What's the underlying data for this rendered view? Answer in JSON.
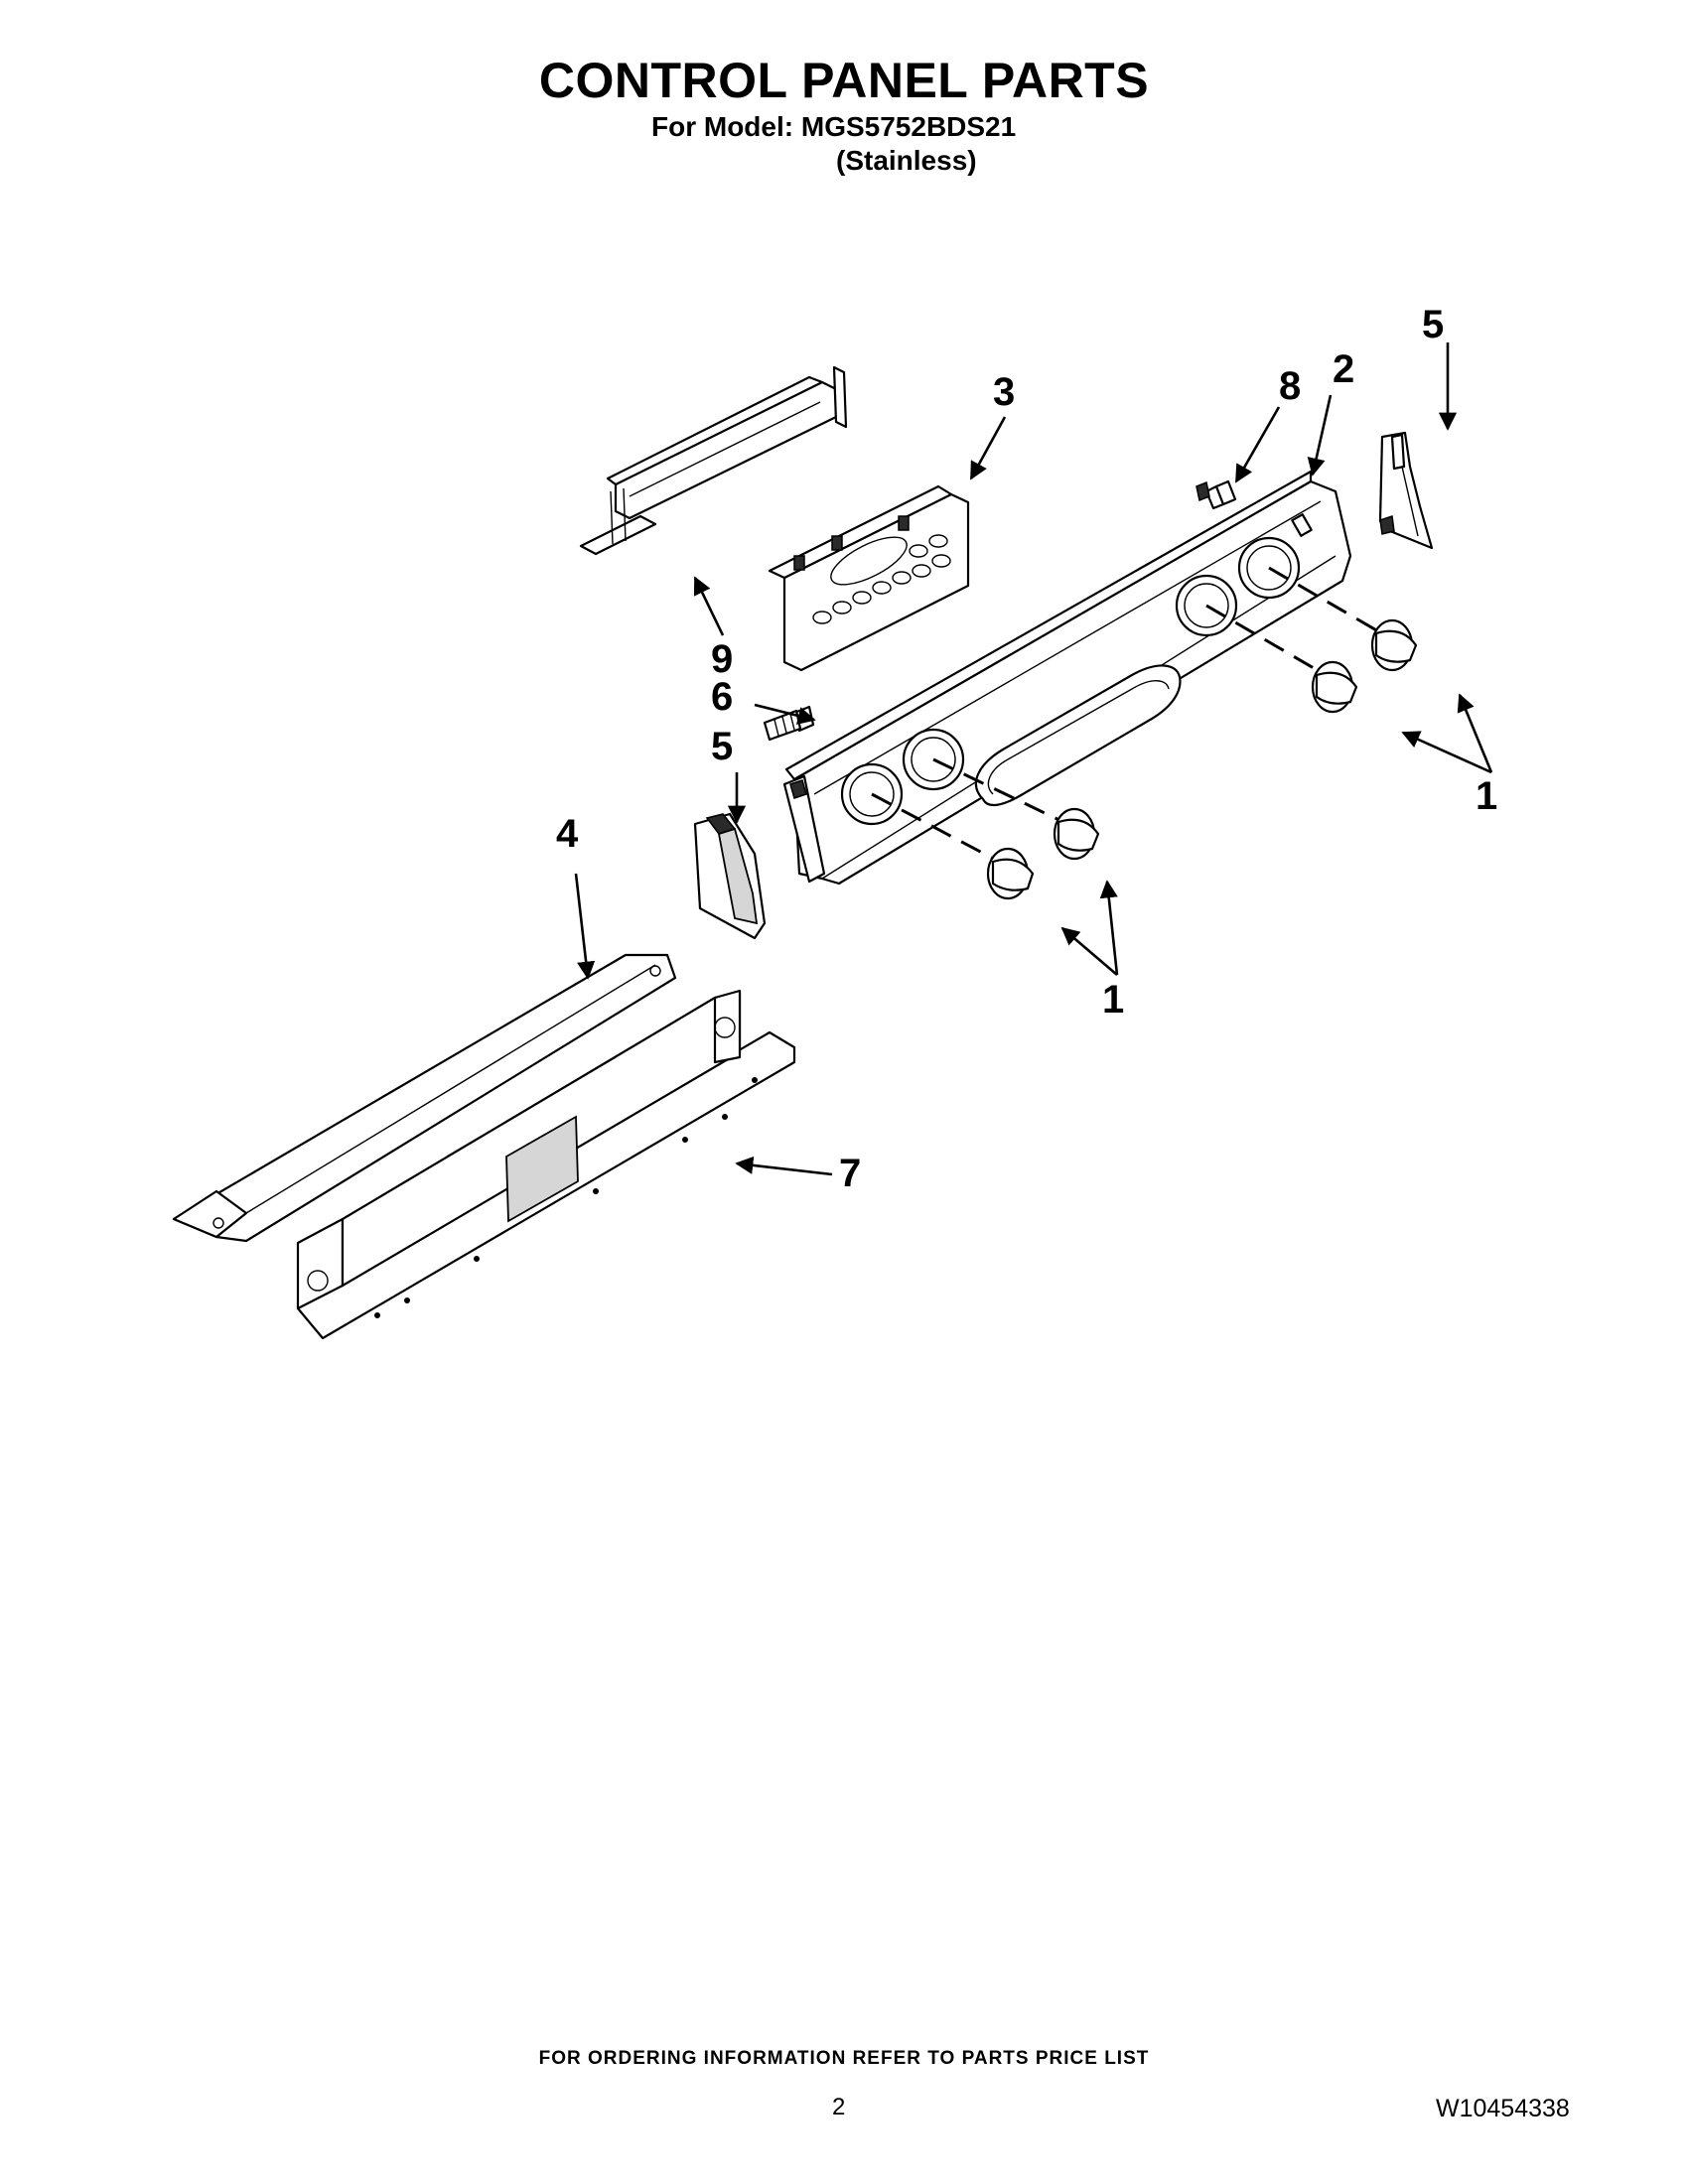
{
  "header": {
    "title": "CONTROL PANEL PARTS",
    "model": "For Model: MGS5752BDS21",
    "variant": "(Stainless)"
  },
  "callouts": {
    "c1a": "1",
    "c1b": "1",
    "c2": "2",
    "c3": "3",
    "c4": "4",
    "c5a": "5",
    "c5b": "5",
    "c6": "6",
    "c7": "7",
    "c8": "8",
    "c9": "9"
  },
  "footer": {
    "note": "FOR ORDERING INFORMATION REFER TO PARTS PRICE LIST",
    "page_number": "2",
    "doc_number": "W10454338"
  }
}
